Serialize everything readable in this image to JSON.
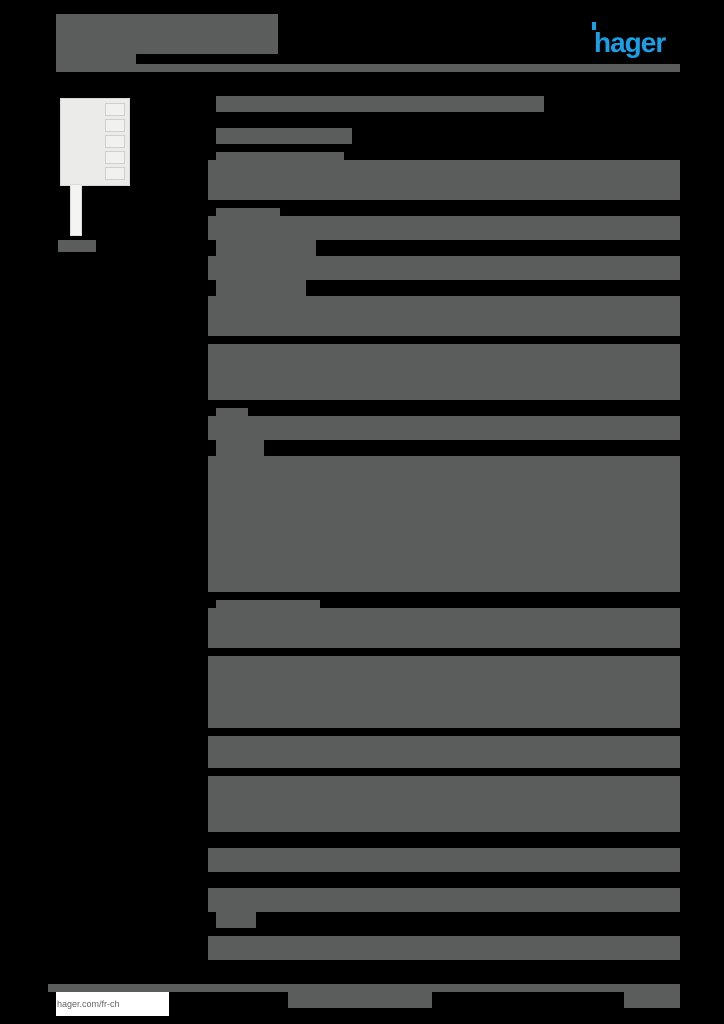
{
  "header": {
    "brand_logo": "hager",
    "brand_color": "#1aa0e6",
    "title_redacted": true
  },
  "product_image": {
    "description": "white intercom handset with button column",
    "caption_redacted": true
  },
  "content": {
    "redacted": true,
    "redaction_color": "#5b5c5c",
    "sections": 9
  },
  "footer": {
    "link": "hager.com/fr-ch"
  }
}
